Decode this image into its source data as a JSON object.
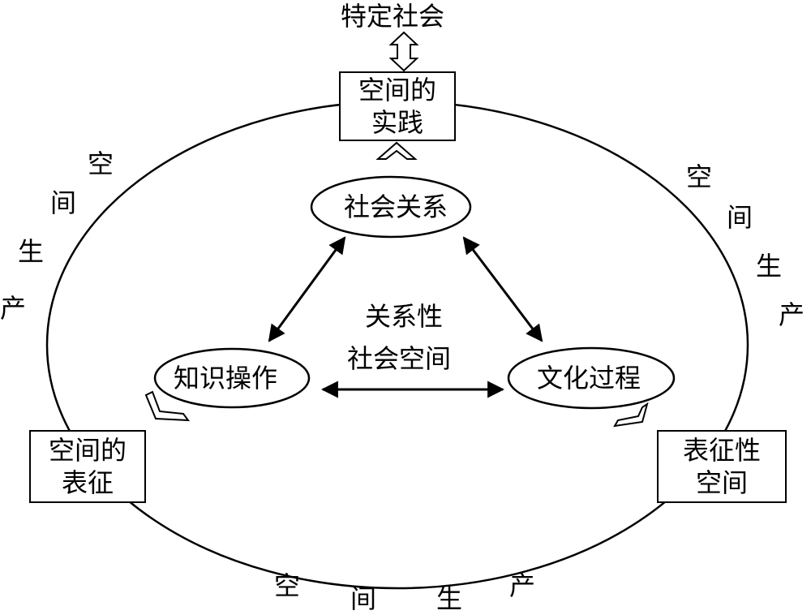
{
  "top_label": "特定社会",
  "boxes": {
    "practice": {
      "line1": "空间的",
      "line2": "实践"
    },
    "representation": {
      "line1": "空间的",
      "line2": "表征"
    },
    "representational": {
      "line1": "表征性",
      "line2": "空间"
    }
  },
  "nodes": {
    "social_relations": "社会关系",
    "knowledge_operation": "知识操作",
    "cultural_process": "文化过程"
  },
  "center": {
    "line1": "关系性",
    "line2": "社会空间"
  },
  "arc_label": [
    "空",
    "间",
    "生",
    "产"
  ]
}
